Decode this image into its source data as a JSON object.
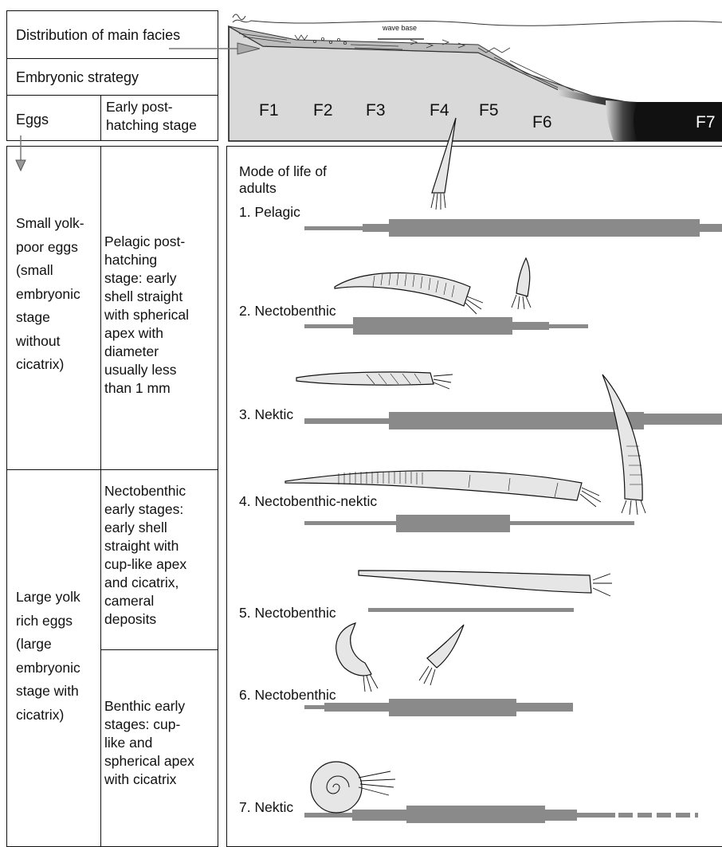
{
  "header": {
    "distribution": "Distribution of main facies",
    "embryonic_strategy": "Embryonic strategy",
    "eggs": "Eggs",
    "early_post_hatching": "Early post-\nhatching stage"
  },
  "profile": {
    "wave_base": "wave base",
    "facies": [
      "F1",
      "F2",
      "F3",
      "F4",
      "F5",
      "F6",
      "F7"
    ]
  },
  "left": {
    "small_eggs": "Small yolk-\npoor eggs\n(small\nembryonic\nstage\nwithout\ncicatrix)",
    "pelagic_stage": "Pelagic post-\nhatching\nstage: early\nshell straight\nwith spherical\napex with\ndiameter\nusually less\nthan 1 mm",
    "large_eggs": "Large yolk\nrich eggs\n(large\nembryonic\nstage with\ncicatrix)",
    "nectobenthic_early": "Nectobenthic\nearly stages:\nearly shell\nstraight with\ncup-like apex\nand cicatrix,\ncameral\ndeposits",
    "benthic_early": "Benthic early\nstages: cup-\nlike and\nspherical apex\nwith cicatrix"
  },
  "adults": {
    "title": "Mode of life of\nadults",
    "modes": [
      "1. Pelagic",
      "2. Nectobenthic",
      "3. Nektic",
      "4. Nectobenthic-nektic",
      "5. Nectobenthic",
      "6. Nectobenthic",
      "7. Nektic"
    ]
  },
  "colors": {
    "bar": "#8a8a8a",
    "seafloor": "#d9d9d9",
    "deep": "#111111",
    "shell": "#e6e6e6"
  }
}
